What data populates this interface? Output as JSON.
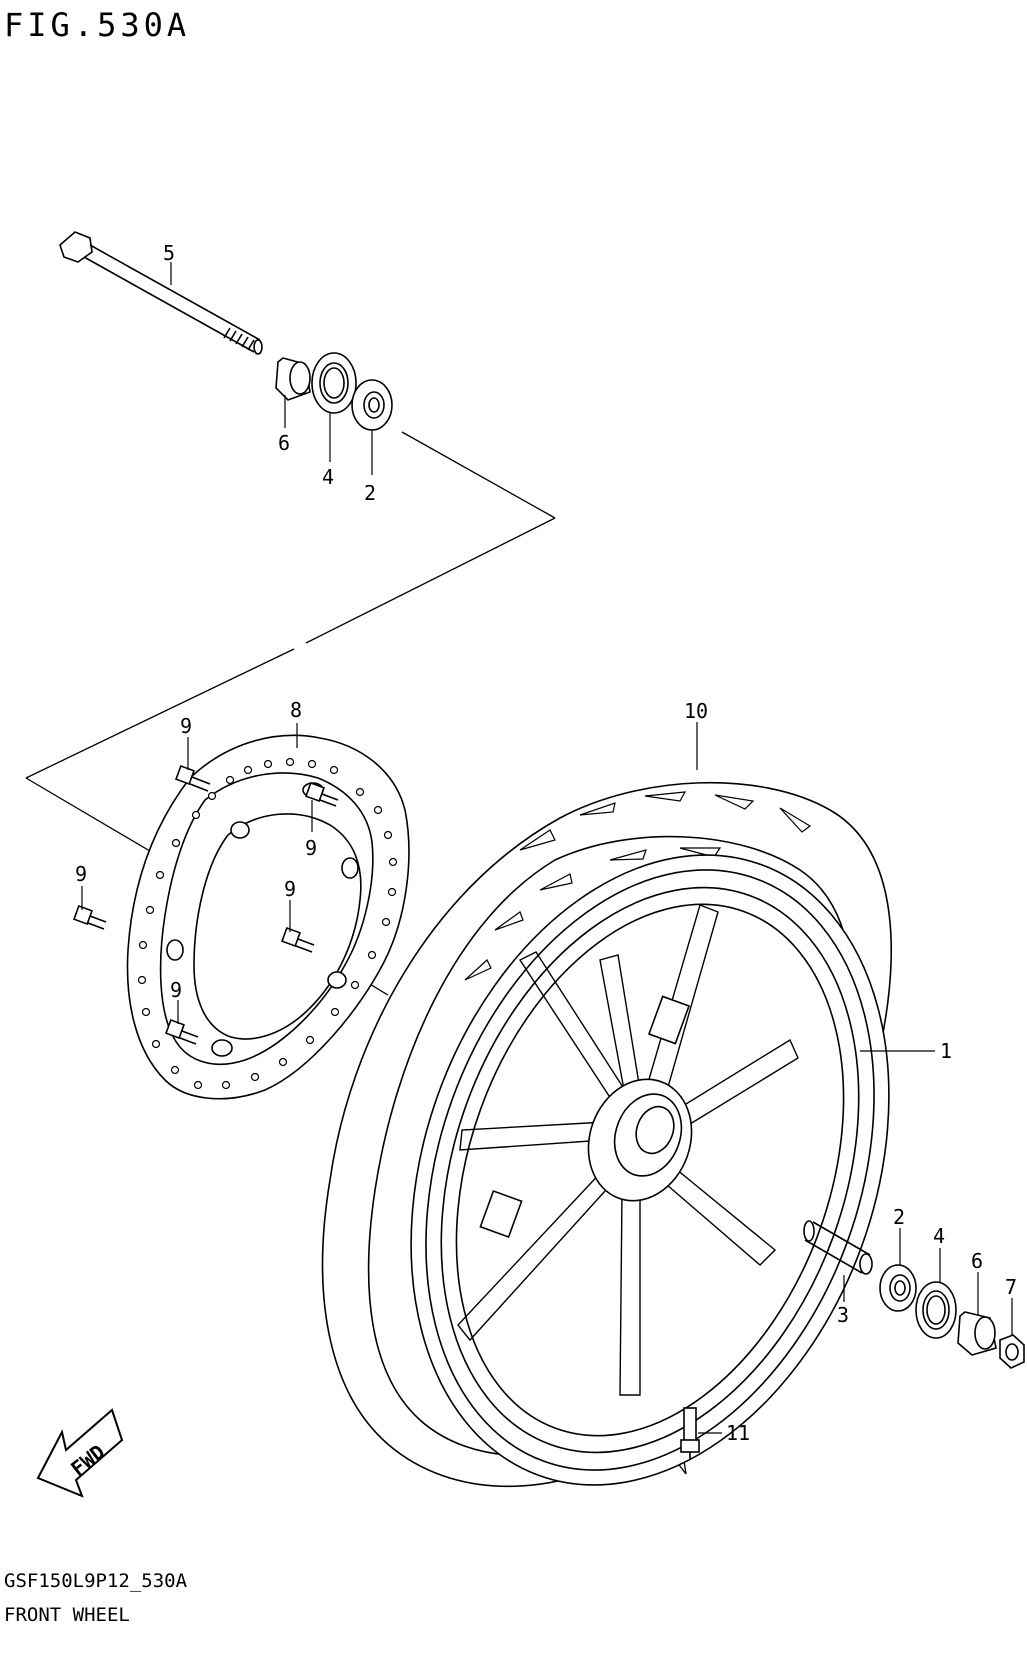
{
  "figure": {
    "title": "FIG.530A",
    "code": "GSF150L9P12_530A",
    "name": "FRONT WHEEL"
  },
  "callouts": [
    {
      "id": "5",
      "label": "5"
    },
    {
      "id": "6a",
      "label": "6"
    },
    {
      "id": "4a",
      "label": "4"
    },
    {
      "id": "2a",
      "label": "2"
    },
    {
      "id": "8",
      "label": "8"
    },
    {
      "id": "9a",
      "label": "9"
    },
    {
      "id": "9b",
      "label": "9"
    },
    {
      "id": "9c",
      "label": "9"
    },
    {
      "id": "9d",
      "label": "9"
    },
    {
      "id": "9e",
      "label": "9"
    },
    {
      "id": "10",
      "label": "10"
    },
    {
      "id": "1",
      "label": "1"
    },
    {
      "id": "2b",
      "label": "2"
    },
    {
      "id": "4b",
      "label": "4"
    },
    {
      "id": "6b",
      "label": "6"
    },
    {
      "id": "7",
      "label": "7"
    },
    {
      "id": "3",
      "label": "3"
    },
    {
      "id": "11",
      "label": "11"
    }
  ],
  "fwd_badge": "FWD",
  "icons": {
    "fwd": "fwd-arrow-icon"
  }
}
